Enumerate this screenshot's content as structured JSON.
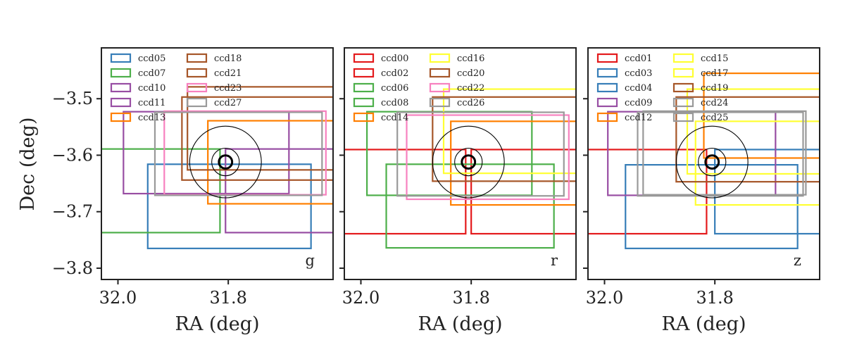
{
  "chart_data": [
    {
      "type": "scatter",
      "band": "g",
      "xlabel": "RA (deg)",
      "ylabel": "Dec (deg)",
      "xlim": [
        32.03,
        31.61
      ],
      "ylim": [
        -3.82,
        -3.41
      ],
      "xticks": [
        "32.0",
        "31.8"
      ],
      "yticks": [
        "-3.5",
        "-3.6",
        "-3.7",
        "-3.8"
      ],
      "circles": {
        "center": [
          31.805,
          -3.612
        ],
        "radii": [
          0.065,
          0.025,
          0.012
        ]
      },
      "legend": {
        "ncol": 2,
        "loc": "upper-left"
      },
      "ccds": [
        {
          "name": "ccd05",
          "color": "#377eb8",
          "ra": [
            31.946,
            31.65
          ],
          "dec": [
            -3.765,
            -3.616
          ]
        },
        {
          "name": "ccd07",
          "color": "#4daf4a",
          "ra": [
            32.04,
            31.815
          ],
          "dec": [
            -3.737,
            -3.589
          ]
        },
        {
          "name": "ccd10",
          "color": "#984ea3",
          "ra": [
            31.99,
            31.69
          ],
          "dec": [
            -3.668,
            -3.523
          ]
        },
        {
          "name": "ccd11",
          "color": "#984ea3",
          "ra": [
            31.805,
            31.58
          ],
          "dec": [
            -3.737,
            -3.589
          ]
        },
        {
          "name": "ccd13",
          "color": "#ff7f00",
          "ra": [
            31.837,
            31.58
          ],
          "dec": [
            -3.686,
            -3.539
          ]
        },
        {
          "name": "ccd18",
          "color": "#a65628",
          "ra": [
            31.874,
            31.58
          ],
          "dec": [
            -3.626,
            -3.479
          ]
        },
        {
          "name": "ccd21",
          "color": "#a65628",
          "ra": [
            31.884,
            31.58
          ],
          "dec": [
            -3.644,
            -3.497
          ]
        },
        {
          "name": "ccd23",
          "color": "#f781bf",
          "ra": [
            31.916,
            31.623
          ],
          "dec": [
            -3.67,
            -3.522
          ]
        },
        {
          "name": "ccd27",
          "color": "#999999",
          "ra": [
            31.933,
            31.63
          ],
          "dec": [
            -3.671,
            -3.524
          ]
        }
      ]
    },
    {
      "type": "scatter",
      "band": "r",
      "xlabel": "RA (deg)",
      "ylabel": "",
      "xlim": [
        32.03,
        31.61
      ],
      "ylim": [
        -3.82,
        -3.41
      ],
      "xticks": [
        "32.0",
        "31.8"
      ],
      "yticks": [],
      "circles": {
        "center": [
          31.805,
          -3.612
        ],
        "radii": [
          0.065,
          0.025,
          0.012
        ]
      },
      "legend": {
        "ncol": 2,
        "loc": "upper-left"
      },
      "ccds": [
        {
          "name": "ccd00",
          "color": "#e41a1c",
          "ra": [
            32.04,
            31.81
          ],
          "dec": [
            -3.739,
            -3.59
          ]
        },
        {
          "name": "ccd02",
          "color": "#e41a1c",
          "ra": [
            31.8,
            31.58
          ],
          "dec": [
            -3.739,
            -3.59
          ]
        },
        {
          "name": "ccd06",
          "color": "#4daf4a",
          "ra": [
            31.989,
            31.69
          ],
          "dec": [
            -3.671,
            -3.523
          ]
        },
        {
          "name": "ccd08",
          "color": "#4daf4a",
          "ra": [
            31.954,
            31.65
          ],
          "dec": [
            -3.764,
            -3.616
          ]
        },
        {
          "name": "ccd14",
          "color": "#ff7f00",
          "ra": [
            31.837,
            31.58
          ],
          "dec": [
            -3.688,
            -3.54
          ]
        },
        {
          "name": "ccd16",
          "color": "#ffff33",
          "ra": [
            31.85,
            31.58
          ],
          "dec": [
            -3.632,
            -3.483
          ]
        },
        {
          "name": "ccd20",
          "color": "#a65628",
          "ra": [
            31.87,
            31.58
          ],
          "dec": [
            -3.646,
            -3.497
          ]
        },
        {
          "name": "ccd22",
          "color": "#f781bf",
          "ra": [
            31.917,
            31.623
          ],
          "dec": [
            -3.678,
            -3.529
          ]
        },
        {
          "name": "ccd26",
          "color": "#999999",
          "ra": [
            31.934,
            31.632
          ],
          "dec": [
            -3.672,
            -3.524
          ]
        }
      ]
    },
    {
      "type": "scatter",
      "band": "z",
      "xlabel": "RA (deg)",
      "ylabel": "",
      "xlim": [
        32.03,
        31.61
      ],
      "ylim": [
        -3.82,
        -3.41
      ],
      "xticks": [
        "32.0",
        "31.8"
      ],
      "yticks": [],
      "circles": {
        "center": [
          31.805,
          -3.612
        ],
        "radii": [
          0.065,
          0.025,
          0.012
        ]
      },
      "legend": {
        "ncol": 2,
        "loc": "upper-left"
      },
      "ccds": [
        {
          "name": "ccd01",
          "color": "#e41a1c",
          "ra": [
            32.04,
            31.815
          ],
          "dec": [
            -3.739,
            -3.59
          ]
        },
        {
          "name": "ccd03",
          "color": "#377eb8",
          "ra": [
            31.8,
            31.58
          ],
          "dec": [
            -3.739,
            -3.59
          ]
        },
        {
          "name": "ccd04",
          "color": "#377eb8",
          "ra": [
            31.962,
            31.65
          ],
          "dec": [
            -3.765,
            -3.617
          ]
        },
        {
          "name": "ccd09",
          "color": "#984ea3",
          "ra": [
            31.994,
            31.69
          ],
          "dec": [
            -3.671,
            -3.523
          ]
        },
        {
          "name": "ccd12",
          "color": "#ff7f00",
          "ra": [
            31.82,
            31.58
          ],
          "dec": [
            -3.605,
            -3.455
          ]
        },
        {
          "name": "ccd15",
          "color": "#ffff33",
          "ra": [
            31.85,
            31.58
          ],
          "dec": [
            -3.633,
            -3.483
          ]
        },
        {
          "name": "ccd17",
          "color": "#ffff33",
          "ra": [
            31.835,
            31.58
          ],
          "dec": [
            -3.688,
            -3.54
          ]
        },
        {
          "name": "ccd19",
          "color": "#a65628",
          "ra": [
            31.87,
            31.58
          ],
          "dec": [
            -3.647,
            -3.497
          ]
        },
        {
          "name": "ccd24",
          "color": "#999999",
          "ra": [
            31.94,
            31.64
          ],
          "dec": [
            -3.672,
            -3.524
          ]
        },
        {
          "name": "ccd25",
          "color": "#999999",
          "ra": [
            31.93,
            31.635
          ],
          "dec": [
            -3.67,
            -3.522
          ]
        }
      ]
    }
  ]
}
